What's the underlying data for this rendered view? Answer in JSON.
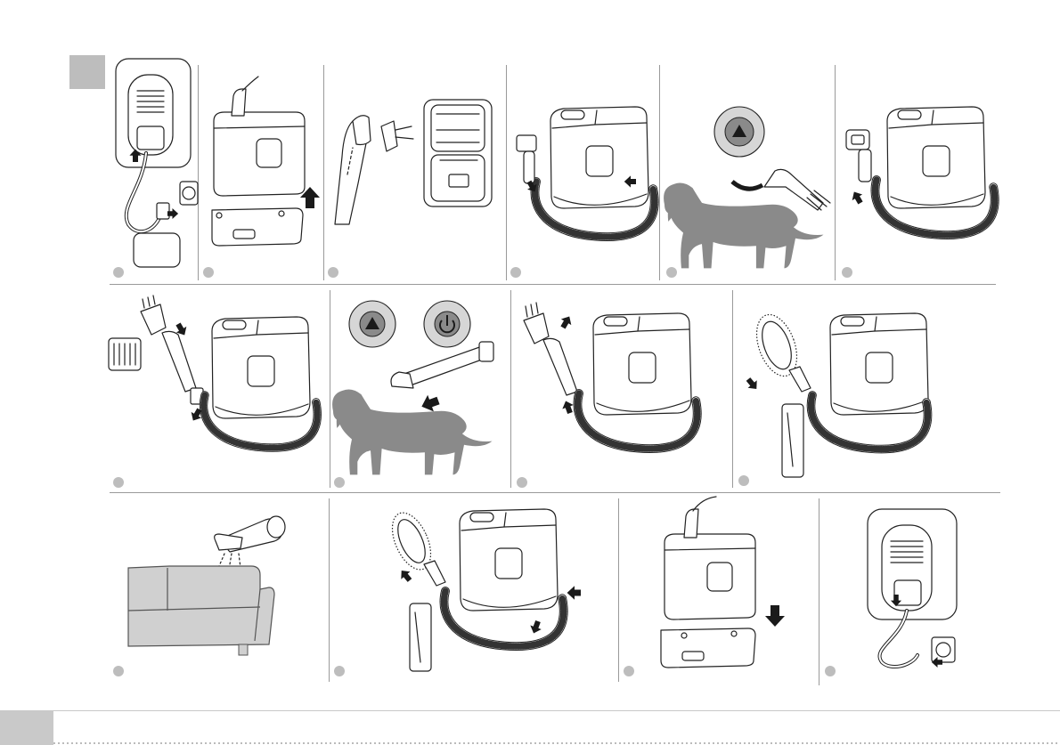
{
  "page": {
    "background": "#ffffff",
    "tab_color": "#bdbdbd",
    "divider_color": "#9a9a9a",
    "illustration_gray": "#8a8a8a"
  },
  "steps": [
    {
      "row": 1,
      "content": "mains-plug-disconnect"
    },
    {
      "row": 1,
      "content": "lift-unit-from-base"
    },
    {
      "row": 1,
      "content": "attach-brush-heads"
    },
    {
      "row": 1,
      "content": "connect-hose"
    },
    {
      "row": 1,
      "content": "power-button-brush-dog"
    },
    {
      "row": 1,
      "content": "attach-handle"
    },
    {
      "row": 2,
      "content": "clip-comb-attachment"
    },
    {
      "row": 2,
      "content": "power-and-mode-buttons-dog"
    },
    {
      "row": 2,
      "content": "remove-comb"
    },
    {
      "row": 2,
      "content": "crevice-brush-tool"
    },
    {
      "row": 3,
      "content": "sofa-cleaning"
    },
    {
      "row": 3,
      "content": "detach-brush-and-hose"
    },
    {
      "row": 3,
      "content": "place-unit-on-base"
    },
    {
      "row": 3,
      "content": "reconnect-mains-plug"
    }
  ]
}
